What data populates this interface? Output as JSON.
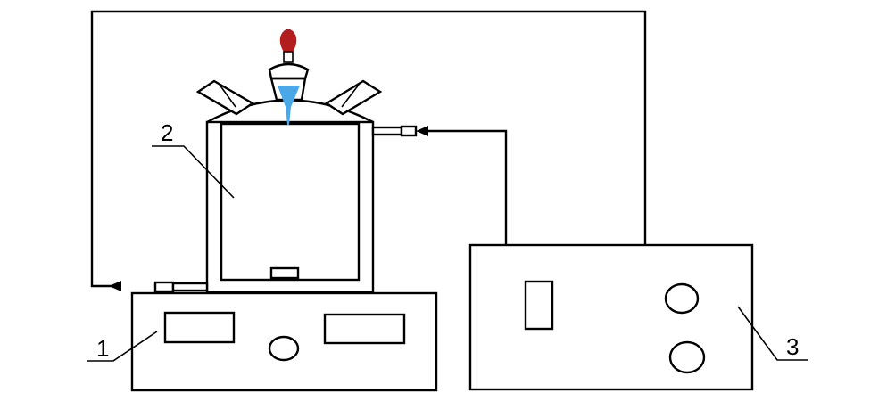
{
  "labels": {
    "stirrer": "1",
    "reactor": "2",
    "controller": "3"
  },
  "colors": {
    "stroke": "#000000",
    "background": "#ffffff",
    "funnel_stopper": "#b31d1d",
    "funnel_liquid": "#4aa8e8"
  }
}
